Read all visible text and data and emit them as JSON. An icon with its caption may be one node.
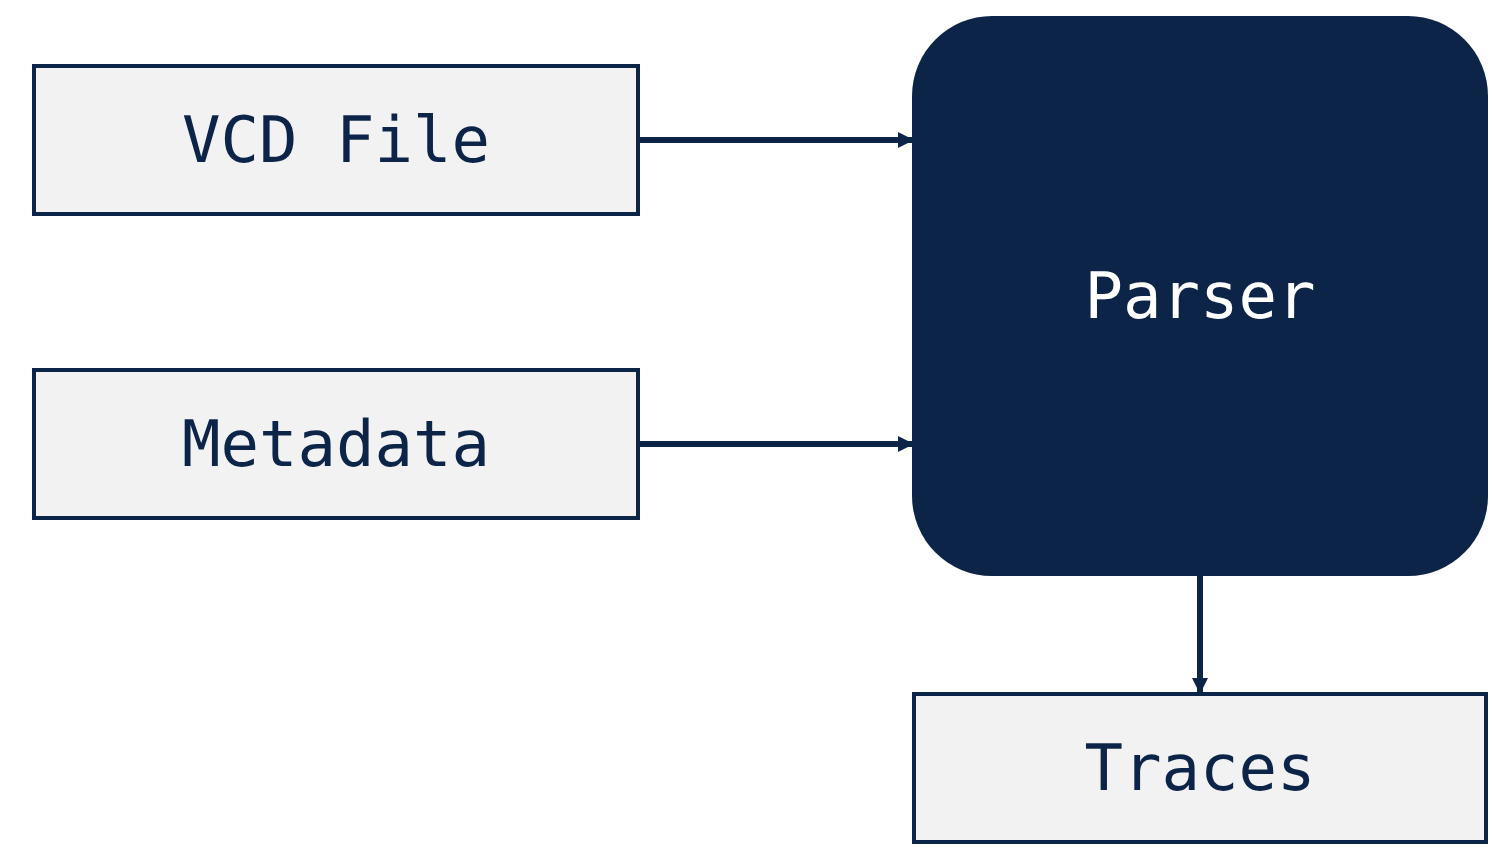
{
  "diagram": {
    "nodes": [
      {
        "text": [
          "VCD File"
        ]
      },
      {
        "text": [
          "Metadata"
        ]
      },
      {
        "text": [
          "Parser"
        ]
      },
      {
        "text": [
          "Traces"
        ]
      }
    ],
    "edges": [
      {
        "from": 0,
        "to": 2,
        "arrow": "to"
      },
      {
        "from": 1,
        "to": 2,
        "arrow": "to"
      },
      {
        "from": 2,
        "to": 3,
        "arrow": "to"
      }
    ]
  }
}
